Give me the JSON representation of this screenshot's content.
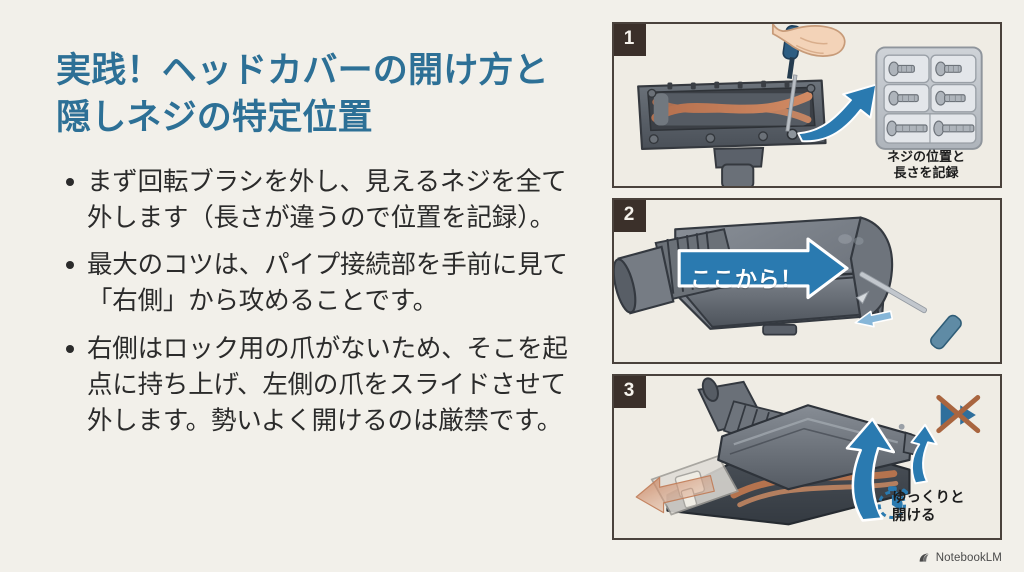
{
  "slide": {
    "title": "実践！ヘッドカバーの開け方と隠しネジの特定位置",
    "background_color": "#f2f0ea",
    "title_color": "#2d7096",
    "body_text_color": "#2b2b2b"
  },
  "bullets": [
    {
      "text": "まず回転ブラシを外し、見えるネジを全て外します（長さが違うので位置を記録）。"
    },
    {
      "text": "最大のコツは、パイプ接続部を手前に見て「右側」から攻めることです。"
    },
    {
      "text": "右側はロック用の爪がないため、そこを起点に持ち上げ、左側の爪をスライドさせて外します。勢いよく開けるのは厳禁です。"
    }
  ],
  "panels": [
    {
      "number": "1",
      "caption": "ネジの位置と\n長さを記録",
      "caption_line1": "ネジの位置と",
      "caption_line2": "長さを記録",
      "accent_color": "#2a7ab0",
      "icons": [
        "hand-icon",
        "screwdriver-icon",
        "vacuum-head-icon",
        "screw-tray-icon",
        "blue-arrow-icon"
      ]
    },
    {
      "number": "2",
      "arrow_label": "ここから！",
      "accent_color": "#2a7ab0",
      "icons": [
        "vacuum-nozzle-icon",
        "blue-banner-arrow-icon",
        "screwdriver-icon",
        "small-blue-arrow-icon"
      ]
    },
    {
      "number": "3",
      "caption_line1": "ゆっくりと",
      "caption_line2": "開ける",
      "accent_color": "#2a7ab0",
      "warning_color": "#a9653f",
      "icons": [
        "vacuum-body-icon",
        "lift-arrow-icon",
        "stopwatch-icon",
        "no-fast-open-icon",
        "orange-slide-arrow-icon"
      ]
    }
  ],
  "watermark": {
    "label": "NotebookLM",
    "icon": "notebooklm-spark-icon"
  }
}
